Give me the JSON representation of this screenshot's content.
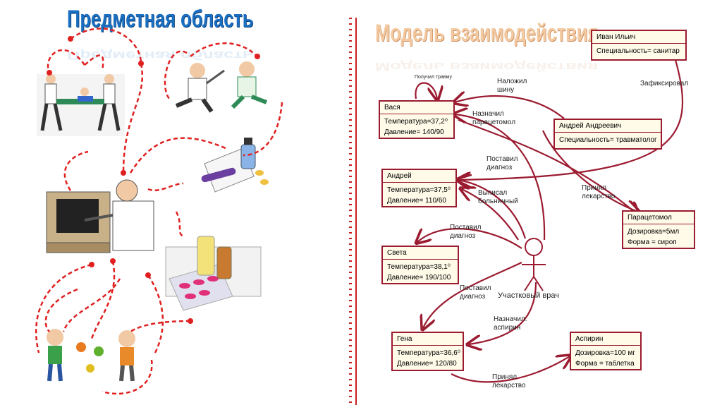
{
  "titles": {
    "left": "Предметная область",
    "right": "Модель взаимодействия"
  },
  "objects": {
    "ivan": {
      "name": "Иван Ильич",
      "attrs": [
        "Специальность= санитар"
      ]
    },
    "vasya": {
      "name": "Вася",
      "attrs": [
        "Температура=37,2⁰",
        "Давление= 140/90"
      ]
    },
    "andrey_a": {
      "name": "Андрей Андреевич",
      "attrs": [
        "Специальность= травматолог"
      ]
    },
    "andrey": {
      "name": "Андрей",
      "attrs": [
        "Температура=37,5⁰",
        "Давление= 110/60"
      ]
    },
    "sveta": {
      "name": "Света",
      "attrs": [
        "Температура=38,1⁰",
        "Давление= 190/100"
      ]
    },
    "paracetamol": {
      "name": "Парацетомол",
      "attrs": [
        "Дозировка=5мл",
        "Форма = сироп"
      ]
    },
    "gena": {
      "name": "Гена",
      "attrs": [
        "Температура=36,6⁰",
        "Давление= 120/80"
      ]
    },
    "aspirin": {
      "name": "Аспирин",
      "attrs": [
        "Дозировка=100 мг",
        "Форма = таблетка"
      ]
    }
  },
  "actor": {
    "name": "Участковый врач"
  },
  "labels": {
    "got_injury": "Получил травму",
    "splint": "Наложил\nшину",
    "recorded": "Зафиксировал",
    "prescribed_paracetamol": "Назначил\nпарацетомол",
    "diagnosis_andrey": "Поставил\nдиагноз",
    "sick_leave": "Выписал\nбольничный",
    "took_medicine": "Принял\nлекарство",
    "diagnosis_sveta": "Поставил\nдиагноз",
    "diagnosis_gena": "Поставил\nдиагноз",
    "prescribed_aspirin": "Назначил.\nаспирин",
    "took_medicine_gena": "Принял\nлекарство"
  },
  "colors": {
    "link": "#9b1b30",
    "dashed": "#e02020",
    "title_left": "#1b6fc0",
    "title_right": "#f2c9a0",
    "object_fill": "#fffbe8"
  }
}
